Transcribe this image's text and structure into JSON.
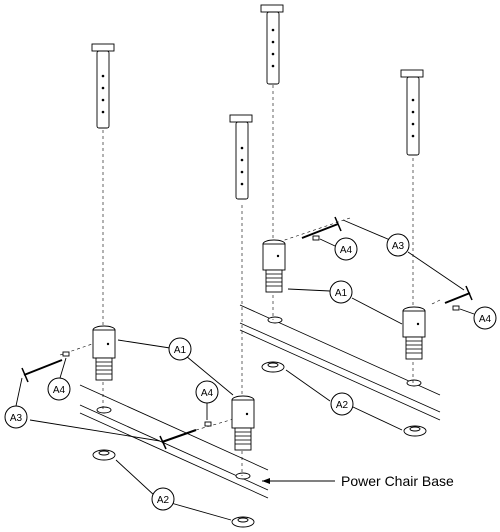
{
  "callouts": {
    "a1": "A1",
    "a2": "A2",
    "a3": "A3",
    "a4": "A4"
  },
  "base_label": "Power Chair Base",
  "colors": {
    "stroke": "#000000",
    "background": "#ffffff"
  }
}
